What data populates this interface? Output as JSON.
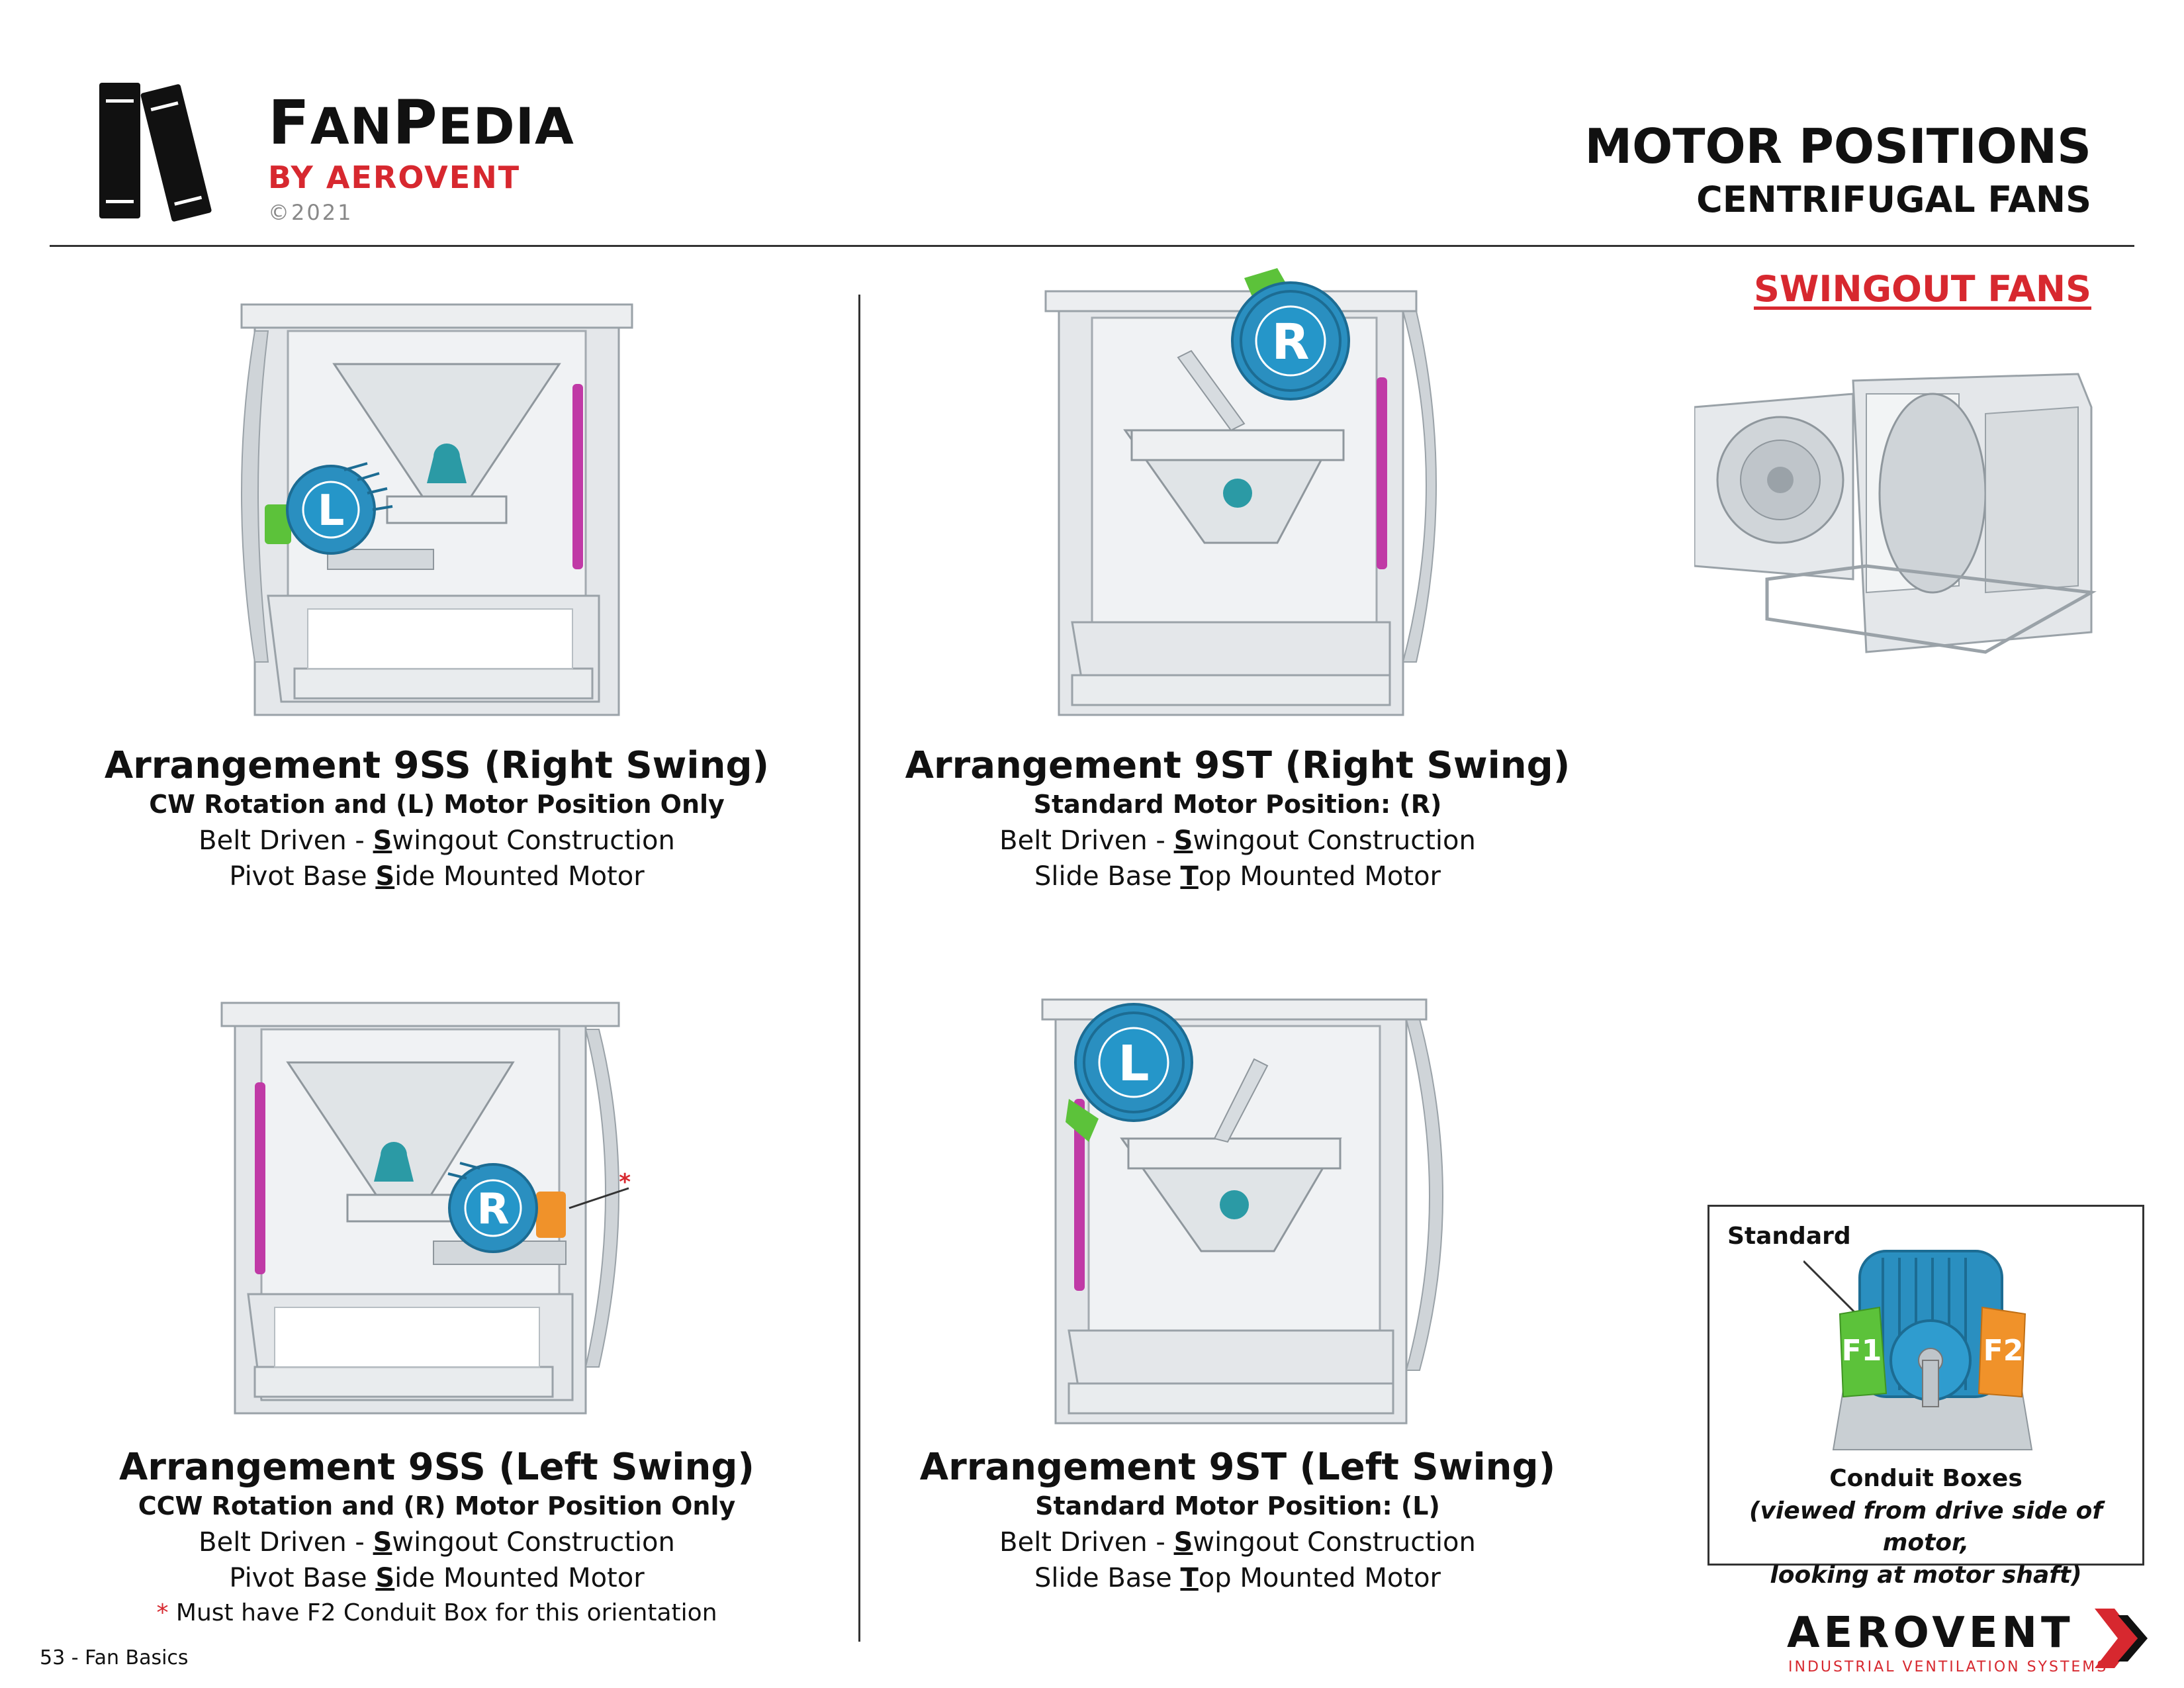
{
  "brand": {
    "title_big": "F",
    "title_rest1": "AN",
    "title_big2": "P",
    "title_rest2": "EDIA",
    "subtitle": "BY AEROVENT",
    "copyright": "©2021"
  },
  "header": {
    "title": "MOTOR POSITIONS",
    "subtitle": "CENTRIFUGAL FANS",
    "swingout_link": "SWINGOUT FANS"
  },
  "arrangements": [
    {
      "title": "Arrangement 9SS (Right Swing)",
      "strong": "CW Rotation and (L) Motor Position Only",
      "line1_pre": "Belt Driven - ",
      "line1_u": "S",
      "line1_post": "wingout Construction",
      "line2_pre": "Pivot Base ",
      "line2_u": "S",
      "line2_post": "ide Mounted Motor",
      "motor_label": "L"
    },
    {
      "title": "Arrangement 9ST (Right Swing)",
      "strong": "Standard Motor Position: (R)",
      "line1_pre": "Belt Driven - ",
      "line1_u": "S",
      "line1_post": "wingout Construction",
      "line2_pre": "Slide Base ",
      "line2_u": "T",
      "line2_post": "op Mounted Motor",
      "motor_label": "R"
    },
    {
      "title": "Arrangement 9SS (Left Swing)",
      "strong": "CCW Rotation and (R) Motor Position Only",
      "line1_pre": "Belt Driven - ",
      "line1_u": "S",
      "line1_post": "wingout Construction",
      "line2_pre": "Pivot Base ",
      "line2_u": "S",
      "line2_post": "ide Mounted Motor",
      "note_star": "*",
      "note": " Must have F2 Conduit Box for this orientation",
      "motor_label": "R"
    },
    {
      "title": "Arrangement 9ST (Left Swing)",
      "strong": "Standard Motor Position: (L)",
      "line1_pre": "Belt Driven - ",
      "line1_u": "S",
      "line1_post": "wingout Construction",
      "line2_pre": "Slide Base ",
      "line2_u": "T",
      "line2_post": "op Mounted Motor",
      "motor_label": "L"
    }
  ],
  "fan3_star": "*",
  "conduit": {
    "standard_label": "Standard",
    "f1": "F1",
    "f2": "F2",
    "title": "Conduit Boxes",
    "italic1": "(viewed from drive side of motor,",
    "italic2": "looking at motor shaft)"
  },
  "footer": {
    "page": "53 - Fan Basics",
    "company": "AEROVENT",
    "tagline": "INDUSTRIAL VENTILATION SYSTEMS"
  },
  "colors": {
    "accent_red": "#d7282f",
    "motor_blue": "#2a8fc0",
    "box_green": "#5cc23a",
    "box_orange": "#f0922a",
    "housing_gray": "#dfe3e6",
    "belt_magenta": "#c03aa6"
  }
}
